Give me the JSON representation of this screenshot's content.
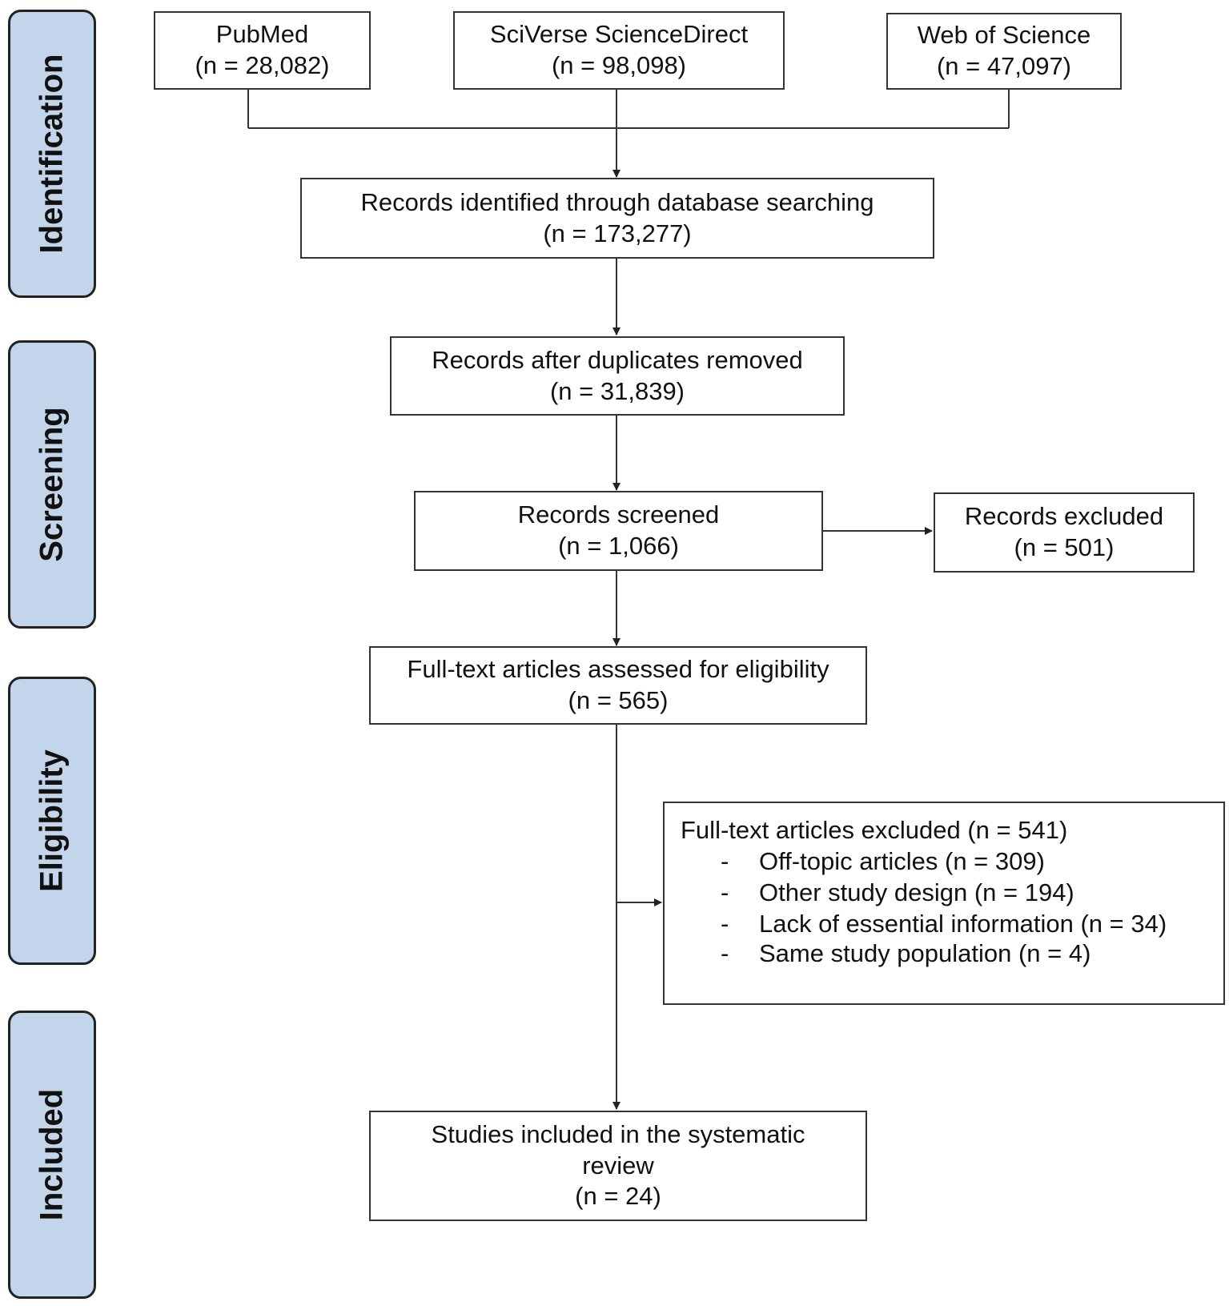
{
  "stages": {
    "identification": "Identification",
    "screening": "Screening",
    "eligibility": "Eligibility",
    "included": "Included"
  },
  "sources": [
    {
      "name": "PubMed",
      "count": "(n = 28,082)"
    },
    {
      "name": "SciVerse ScienceDirect",
      "count": "(n = 98,098)"
    },
    {
      "name": "Web of Science",
      "count": "(n = 47,097)"
    }
  ],
  "identified": {
    "label": "Records identified through database searching",
    "count": "(n = 173,277)"
  },
  "deduplicated": {
    "label": "Records after duplicates removed",
    "count": "(n = 31,839)"
  },
  "screened": {
    "label": "Records screened",
    "count": "(n = 1,066)"
  },
  "excluded_records": {
    "label": "Records excluded",
    "count": "(n = 501)"
  },
  "fulltext": {
    "label": "Full-text articles assessed for eligibility",
    "count": "(n = 565)"
  },
  "fulltext_excluded": {
    "label": "Full-text articles excluded (n = 541)",
    "items": [
      "Off-topic articles (n = 309)",
      "Other study design (n = 194)",
      "Lack of essential information (n = 34)",
      "Same study population (n = 4)"
    ]
  },
  "included": {
    "label_line1": "Studies included in the systematic",
    "label_line2": "review",
    "count": "(n = 24)"
  }
}
